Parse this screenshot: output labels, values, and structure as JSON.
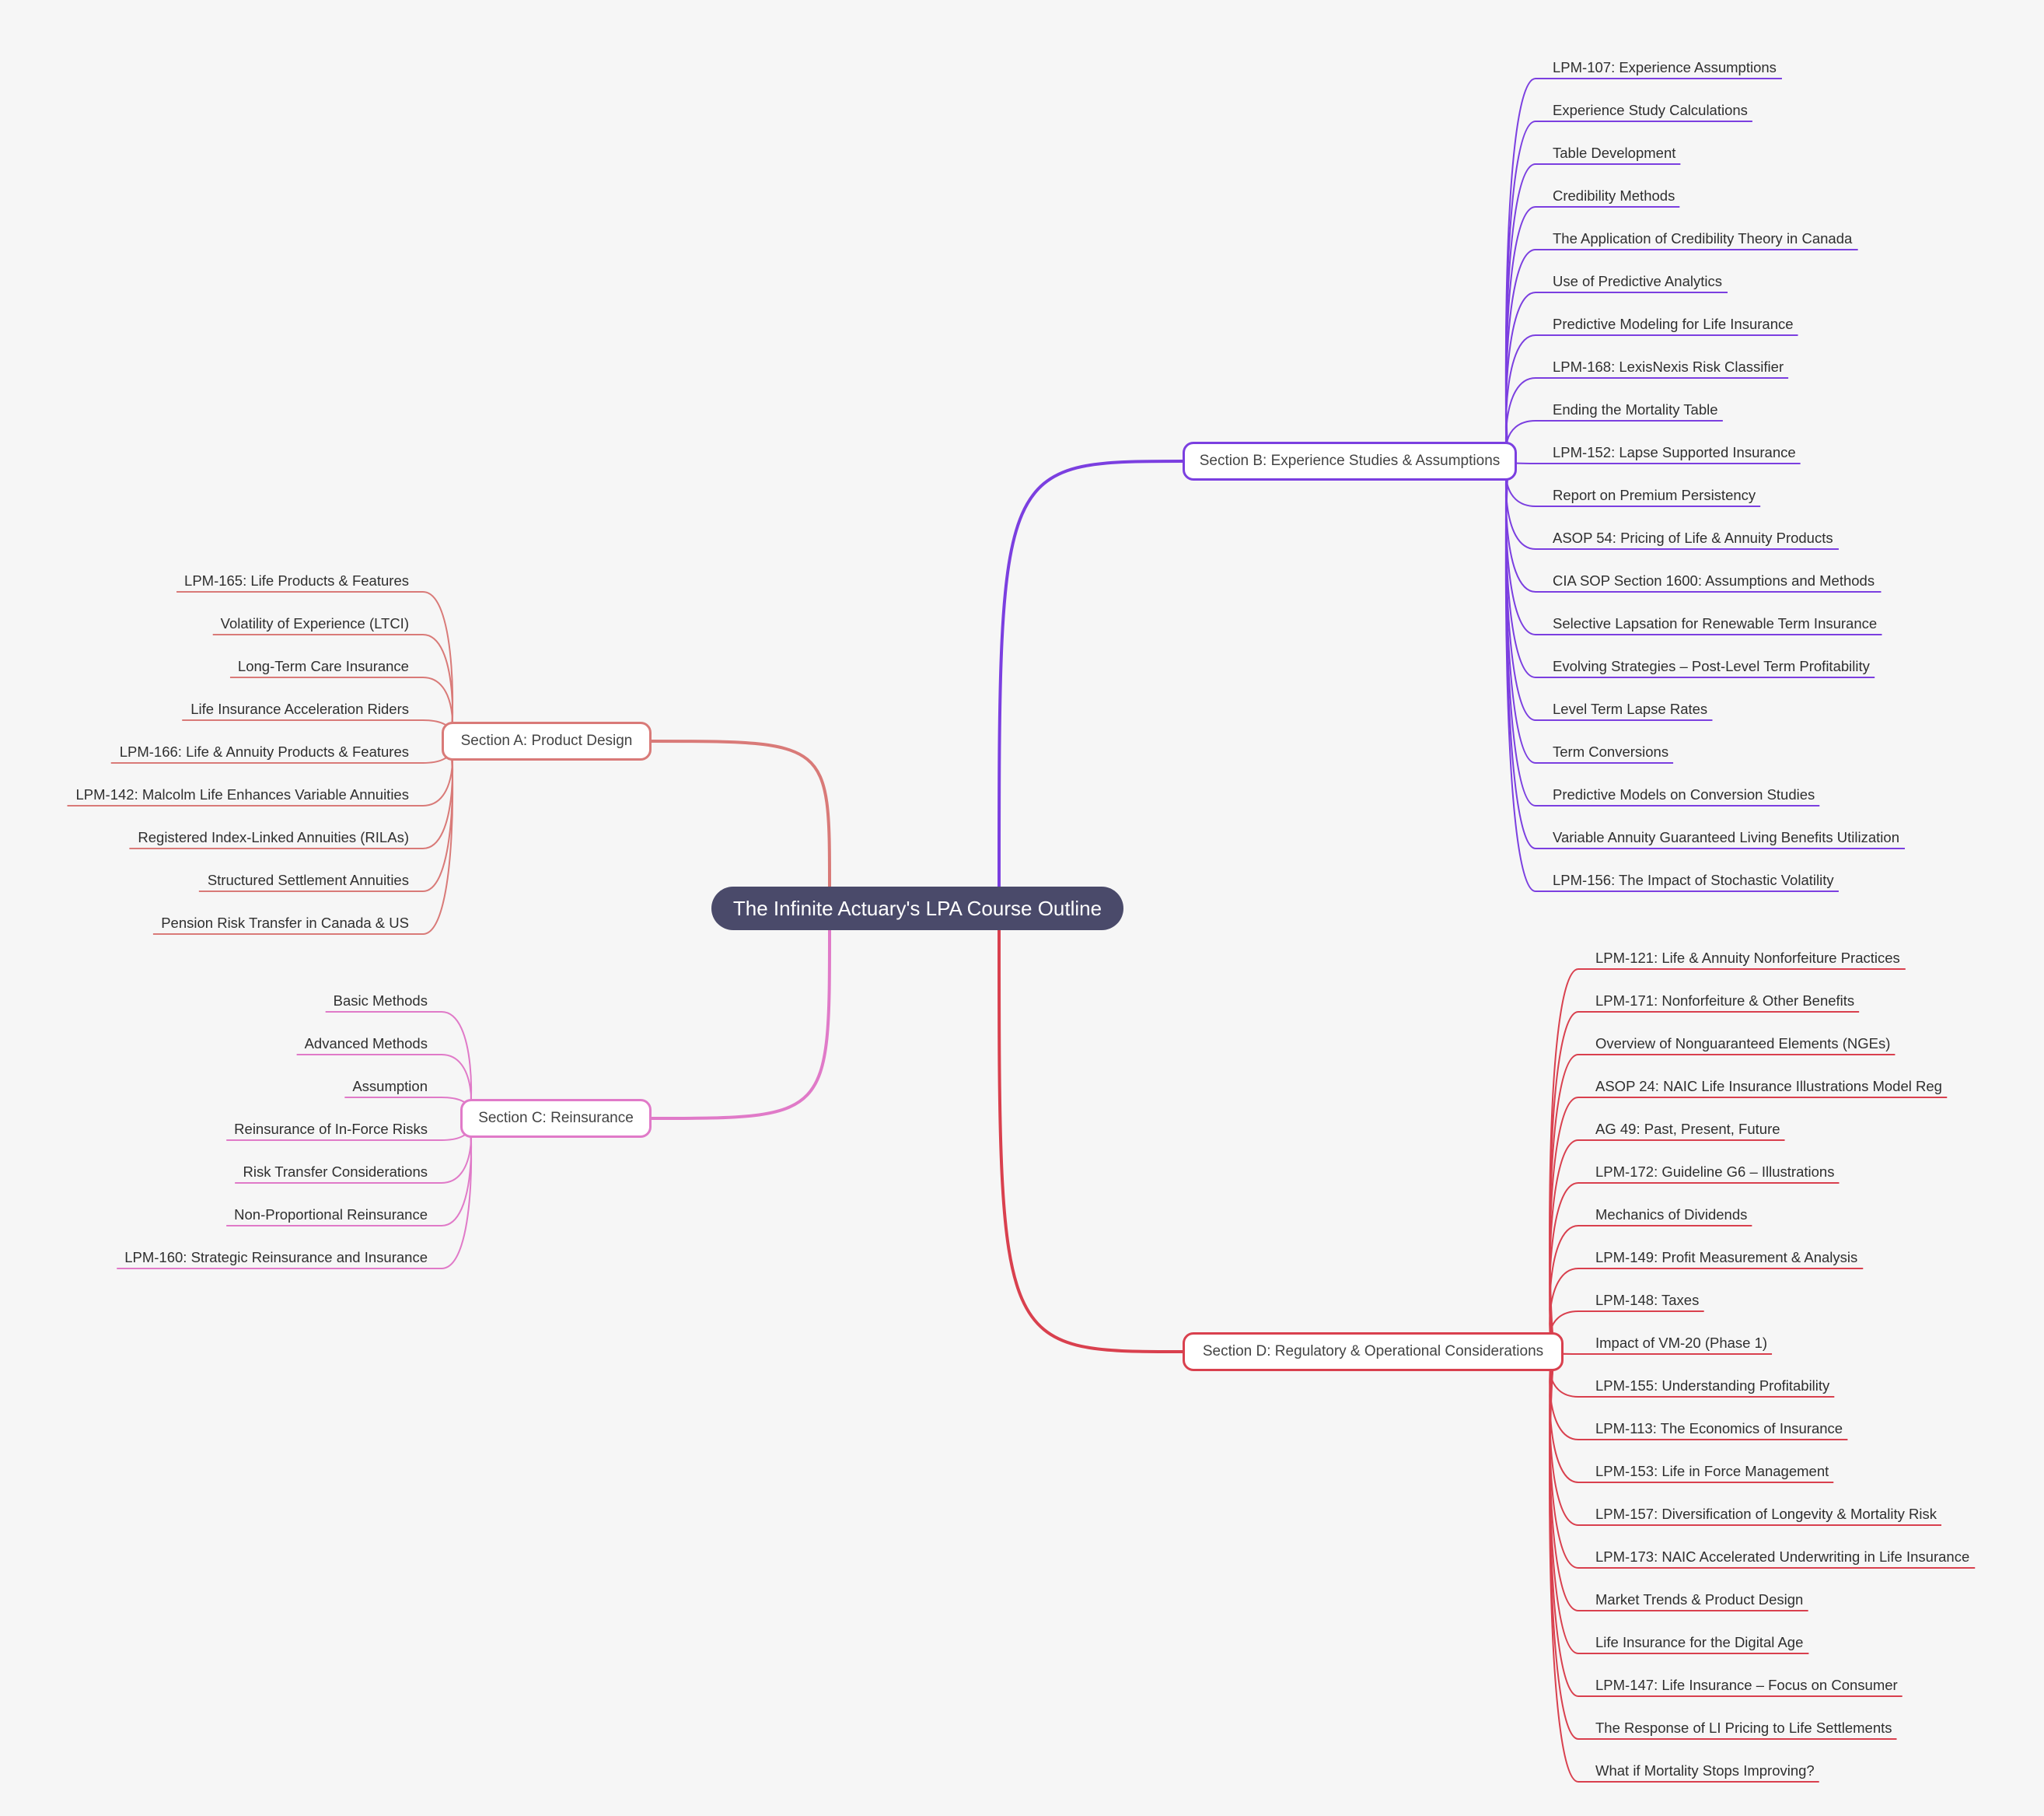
{
  "title": "The Infinite Actuary's LPA Course Outline",
  "colors": {
    "background": "#f6f6f6",
    "root": "#4a4a6a",
    "section_a": "#d97a78",
    "section_b": "#7b3fe0",
    "section_c": "#e07ac8",
    "section_d": "#d9404e"
  },
  "sections": {
    "a": {
      "label": "Section A: Product Design",
      "items": [
        "LPM-165: Life Products & Features",
        "Volatility of Experience (LTCI)",
        "Long-Term Care Insurance",
        "Life Insurance Acceleration Riders",
        "LPM-166: Life & Annuity Products & Features",
        "LPM-142: Malcolm Life Enhances Variable Annuities",
        "Registered Index-Linked Annuities (RILAs)",
        "Structured Settlement Annuities",
        "Pension Risk Transfer in Canada & US"
      ]
    },
    "b": {
      "label": "Section B: Experience Studies & Assumptions",
      "items": [
        "LPM-107: Experience Assumptions",
        "Experience Study Calculations",
        "Table Development",
        "Credibility Methods",
        "The Application of Credibility Theory in Canada",
        "Use of Predictive Analytics",
        "Predictive Modeling for Life Insurance",
        "LPM-168: LexisNexis Risk Classifier",
        "Ending the Mortality Table",
        "LPM-152: Lapse Supported Insurance",
        "Report on Premium Persistency",
        "ASOP 54: Pricing of Life & Annuity Products",
        "CIA SOP Section 1600: Assumptions and Methods",
        "Selective Lapsation for Renewable Term Insurance",
        "Evolving Strategies – Post-Level Term Profitability",
        "Level Term Lapse Rates",
        "Term Conversions",
        "Predictive Models on Conversion Studies",
        "Variable Annuity Guaranteed Living Benefits Utilization",
        "LPM-156: The Impact of Stochastic Volatility"
      ]
    },
    "c": {
      "label": "Section C: Reinsurance",
      "items": [
        "Basic Methods",
        "Advanced Methods",
        "Assumption",
        "Reinsurance of In-Force Risks",
        "Risk Transfer Considerations",
        "Non-Proportional Reinsurance",
        "LPM-160: Strategic Reinsurance and Insurance"
      ]
    },
    "d": {
      "label": "Section D: Regulatory & Operational Considerations",
      "items": [
        "LPM-121: Life & Annuity Nonforfeiture Practices",
        "LPM-171: Nonforfeiture & Other Benefits",
        "Overview of Nonguaranteed Elements (NGEs)",
        "ASOP 24: NAIC Life Insurance Illustrations Model Reg",
        "AG 49: Past, Present, Future",
        "LPM-172: Guideline G6 – Illustrations",
        "Mechanics of Dividends",
        "LPM-149: Profit Measurement & Analysis",
        "LPM-148: Taxes",
        "Impact of VM-20 (Phase 1)",
        "LPM-155: Understanding Profitability",
        "LPM-113: The Economics of Insurance",
        "LPM-153: Life in Force Management",
        "LPM-157: Diversification of Longevity & Mortality Risk",
        "LPM-173: NAIC Accelerated Underwriting in Life Insurance",
        "Market Trends & Product Design",
        "Life Insurance for the Digital Age",
        "LPM-147: Life Insurance – Focus on Consumer",
        "The Response of LI Pricing to Life Settlements",
        "What if Mortality Stops Improving?"
      ]
    }
  }
}
